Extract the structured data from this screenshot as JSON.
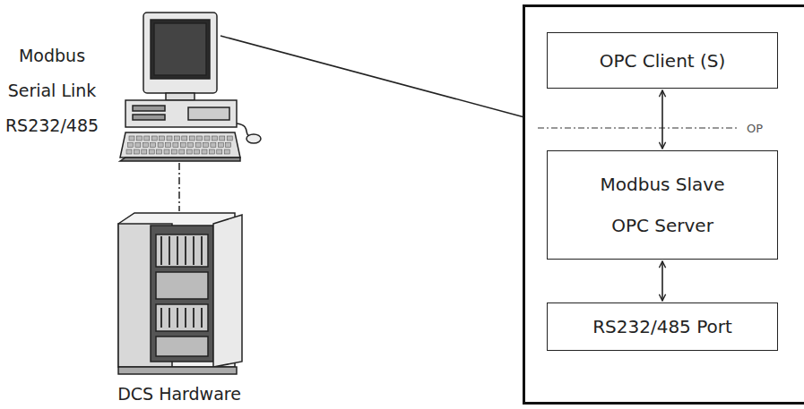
{
  "diagram": {
    "nodes": [
      {
        "text": []
      },
      {
        "text": [
          "OPC Client (S)"
        ],
        "in": 0
      },
      {
        "text": [
          "Modbus Slave",
          "OPC Server"
        ],
        "in": 0
      },
      {
        "text": [
          "RS232/485 Port"
        ],
        "in": 0
      }
    ],
    "edges": [
      {
        "from": 1,
        "to": 2,
        "arrow": "both"
      },
      {
        "from": 2,
        "to": 3,
        "arrow": "both"
      }
    ],
    "labels": [
      "Modbus",
      "Serial Link",
      "RS232/485",
      "DCS Hardware",
      "OP"
    ]
  }
}
